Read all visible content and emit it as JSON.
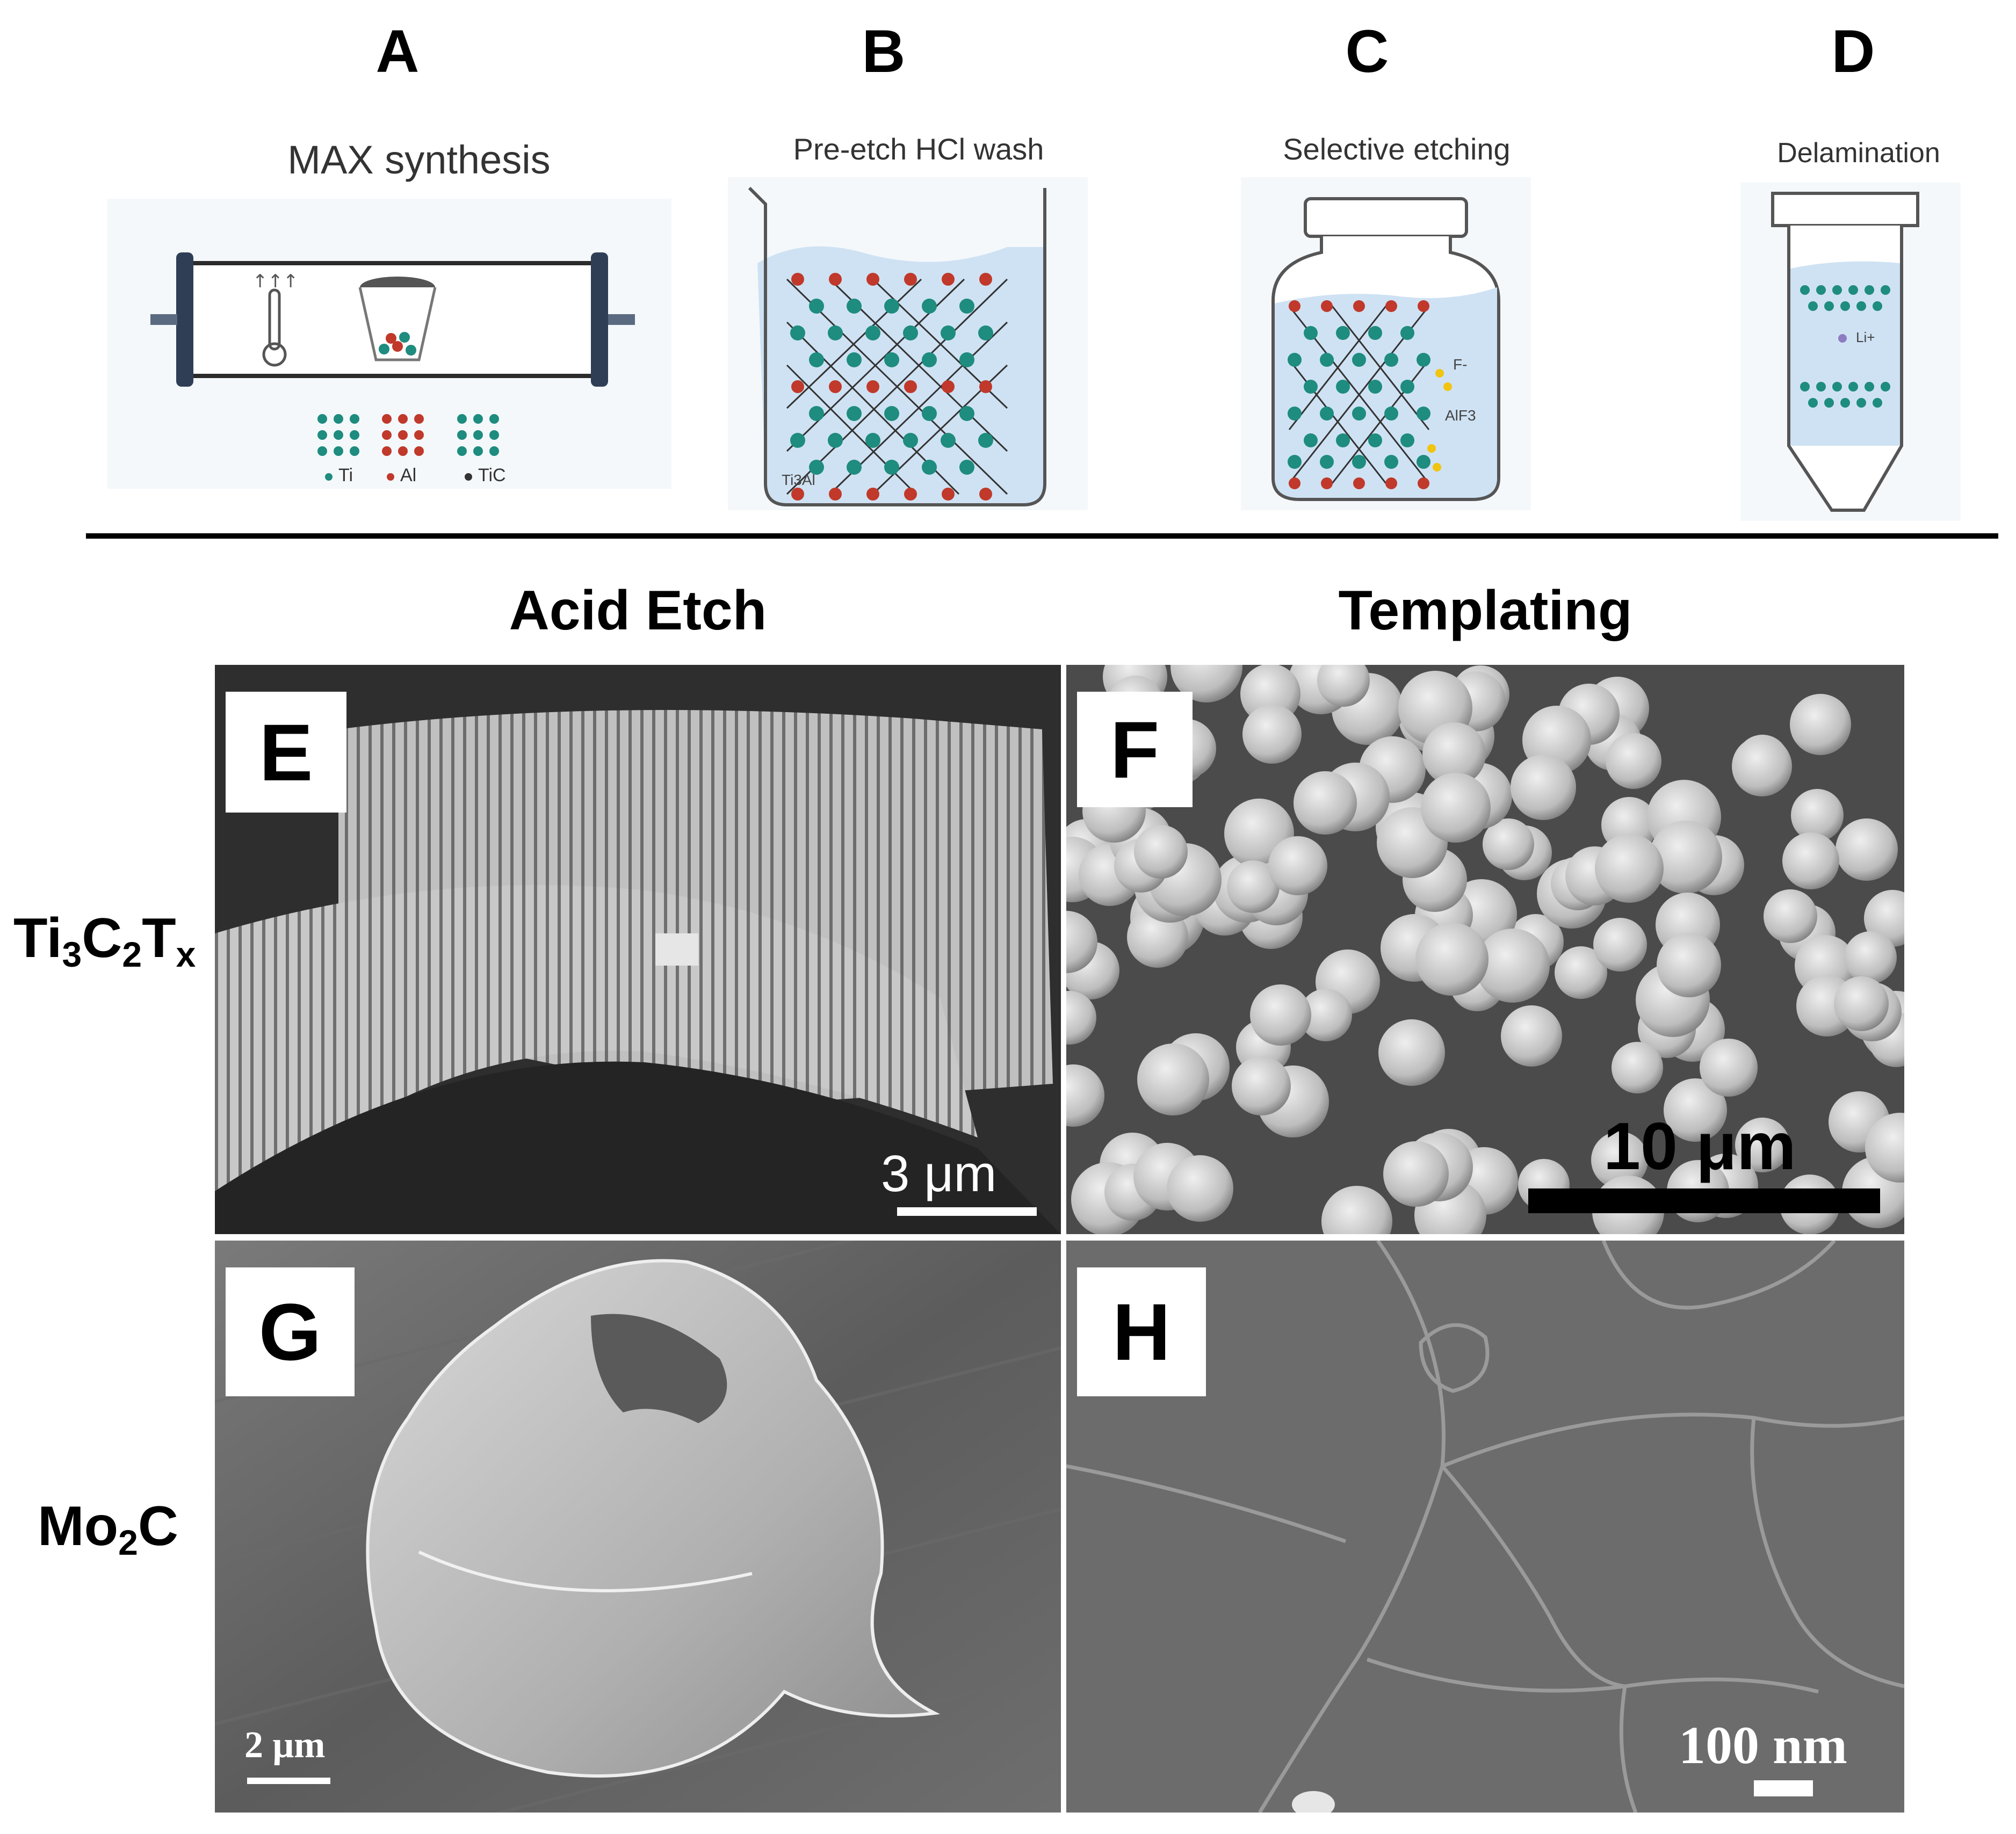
{
  "schematic": {
    "panels": [
      {
        "letter": "A",
        "caption": "MAX synthesis"
      },
      {
        "letter": "B",
        "caption": "Pre-etch HCl wash"
      },
      {
        "letter": "C",
        "caption": "Selective etching"
      },
      {
        "letter": "D",
        "caption": "Delamination"
      }
    ],
    "legend": [
      "Ti",
      "Al",
      "TiC"
    ],
    "annotations": {
      "b_label": "Ti3Al",
      "c_fluoride": "F-",
      "c_product": "AlF3",
      "d_ion": "Li+"
    }
  },
  "columns": [
    "Acid Etch",
    "Templating"
  ],
  "rows": [
    {
      "main": "Ti",
      "sub1": "3",
      "mid": "C",
      "sub2": "2",
      "mid2": "T",
      "sub3": "x"
    },
    {
      "main": "Mo",
      "sub1": "2",
      "mid": "C"
    }
  ],
  "sem": [
    {
      "letter": "E",
      "scale": "3 μm"
    },
    {
      "letter": "F",
      "scale": "10 μm"
    },
    {
      "letter": "G",
      "scale": "2 μm"
    },
    {
      "letter": "H",
      "scale": "100 nm"
    }
  ],
  "colors": {
    "ti_atom": "#1e8c7e",
    "al_atom": "#c0392b",
    "c_atom": "#333333",
    "liquid": "#cfe2f3",
    "sem_dark": "#3a3a3a",
    "sem_light": "#d9d9d9"
  }
}
